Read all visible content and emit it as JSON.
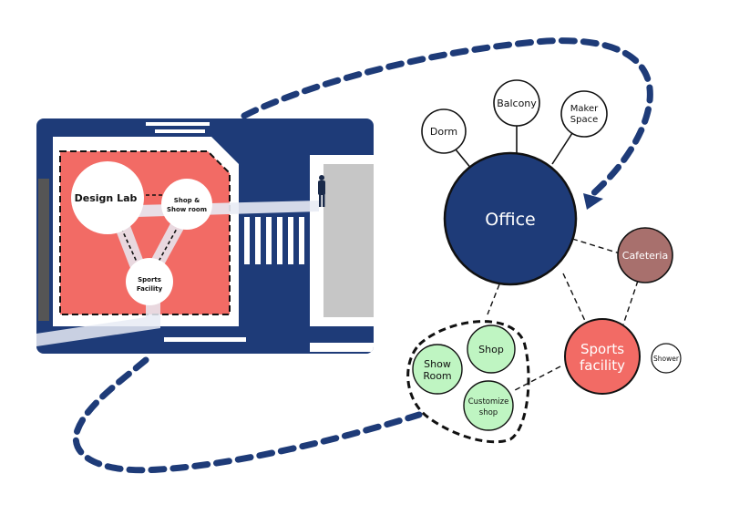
{
  "colors": {
    "navy": "#1e3b78",
    "coral": "#f26b65",
    "mauve": "#a8706d",
    "mint": "#bff5c2",
    "grey": "#c6c6c6",
    "path_white": "#e8ebf4"
  },
  "plan": {
    "design_lab": "Design Lab",
    "shop_showroom_line1": "Shop &",
    "shop_showroom_line2": "Show room",
    "sports_line1": "Sports",
    "sports_line2": "Facility"
  },
  "bubbles": {
    "office": "Office",
    "dorm": "Dorm",
    "balcony": "Balcony",
    "maker_line1": "Maker",
    "maker_line2": "Space",
    "cafeteria": "Cafeteria",
    "sports_line1": "Sports",
    "sports_line2": "facility",
    "shower": "Shower",
    "showroom_line1": "Show",
    "showroom_line2": "Room",
    "shop": "Shop",
    "customize_line1": "Customize",
    "customize_line2": "shop"
  }
}
